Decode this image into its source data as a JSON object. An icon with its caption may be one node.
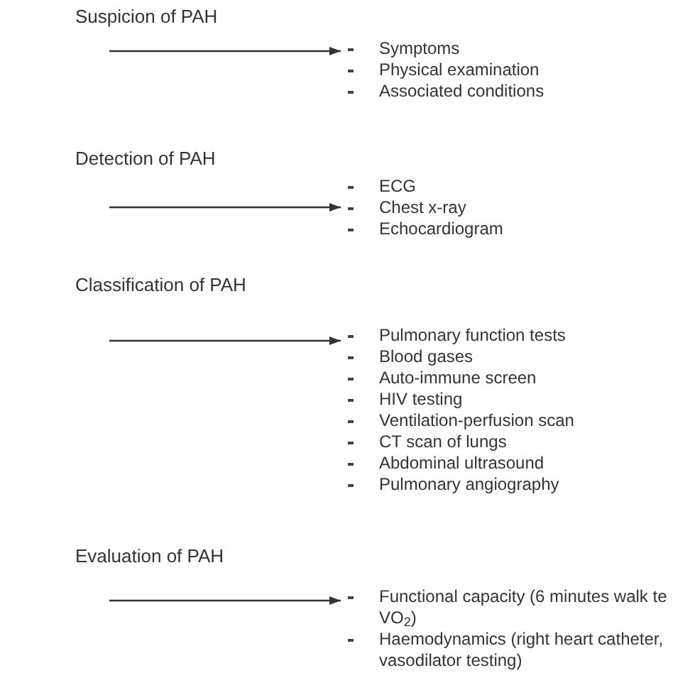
{
  "diagram": {
    "nodes": [
      {
        "text": [
          "Symptoms",
          "Physical examination",
          "Associated conditions"
        ]
      },
      {
        "text": [
          "ECG",
          "Chest x-ray",
          "Echocardiogram"
        ]
      },
      {
        "text": [
          "Pulmonary function tests",
          "Blood gases",
          "Auto-immune screen",
          "HIV testing",
          "Ventilation-perfusion scan",
          "CT scan of lungs",
          "Abdominal ultrasound",
          "Pulmonary angiography"
        ]
      },
      {
        "text": [
          "Functional capacity (6 minutes walk te VO$_{2}$)",
          "Haemodynamics (right heart catheter, vasodilator testing)"
        ]
      }
    ],
    "edges": [
      {
        "from": null,
        "to": 0,
        "arrow": "to"
      },
      {
        "from": null,
        "to": 1,
        "arrow": "to"
      },
      {
        "from": null,
        "to": 2,
        "arrow": "to"
      },
      {
        "from": null,
        "to": 3,
        "arrow": "to"
      }
    ],
    "labels": [
      "Suspicion of PAH",
      "Detection of PAH",
      "Classification of PAH",
      "Evaluation of PAH"
    ]
  }
}
